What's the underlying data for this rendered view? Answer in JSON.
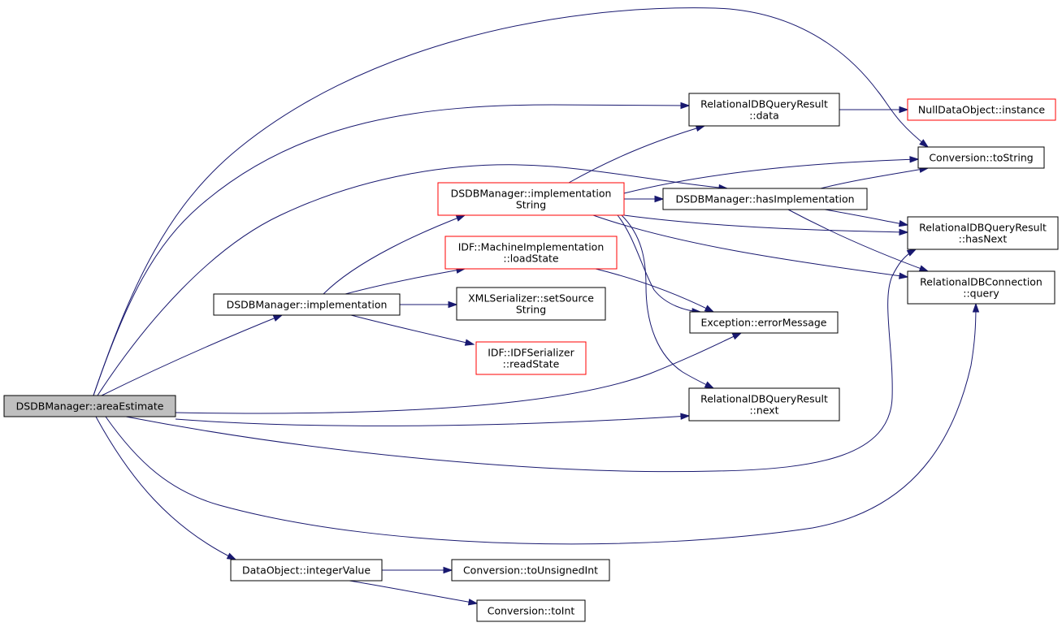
{
  "colors": {
    "edge": "#191970",
    "node_border_default": "#000000",
    "node_border_truncated": "#ff0000",
    "root_fill": "#bfbfbf",
    "node_fill": "#ffffff"
  },
  "nodes": [
    {
      "id": "root",
      "lines": [
        "DSDBManager::areaEstimate"
      ],
      "style": "root"
    },
    {
      "id": "impl",
      "lines": [
        "DSDBManager::implementation"
      ],
      "style": "normal"
    },
    {
      "id": "dataobj_int",
      "lines": [
        "DataObject::integerValue"
      ],
      "style": "normal"
    },
    {
      "id": "implstr",
      "lines": [
        "DSDBManager::implementation",
        "String"
      ],
      "style": "truncated"
    },
    {
      "id": "machimpl",
      "lines": [
        "IDF::MachineImplementation",
        "::loadState"
      ],
      "style": "truncated"
    },
    {
      "id": "xmlser",
      "lines": [
        "XMLSerializer::setSource",
        "String"
      ],
      "style": "normal"
    },
    {
      "id": "idfser",
      "lines": [
        "IDF::IDFSerializer",
        "::readState"
      ],
      "style": "truncated"
    },
    {
      "id": "qr_data",
      "lines": [
        "RelationalDBQueryResult",
        "::data"
      ],
      "style": "normal"
    },
    {
      "id": "hasimpl",
      "lines": [
        "DSDBManager::hasImplementation"
      ],
      "style": "normal"
    },
    {
      "id": "exc",
      "lines": [
        "Exception::errorMessage"
      ],
      "style": "normal"
    },
    {
      "id": "qr_next",
      "lines": [
        "RelationalDBQueryResult",
        "::next"
      ],
      "style": "normal"
    },
    {
      "id": "nulldata",
      "lines": [
        "NullDataObject::instance"
      ],
      "style": "truncated"
    },
    {
      "id": "tostring",
      "lines": [
        "Conversion::toString"
      ],
      "style": "normal"
    },
    {
      "id": "qr_hasnext",
      "lines": [
        "RelationalDBQueryResult",
        "::hasNext"
      ],
      "style": "normal"
    },
    {
      "id": "conn_query",
      "lines": [
        "RelationalDBConnection",
        "::query"
      ],
      "style": "normal"
    },
    {
      "id": "touint",
      "lines": [
        "Conversion::toUnsignedInt"
      ],
      "style": "normal"
    },
    {
      "id": "toint",
      "lines": [
        "Conversion::toInt"
      ],
      "style": "normal"
    }
  ],
  "edges": [
    {
      "from": "root",
      "to": "tostring"
    },
    {
      "from": "root",
      "to": "qr_data"
    },
    {
      "from": "root",
      "to": "hasimpl"
    },
    {
      "from": "root",
      "to": "impl"
    },
    {
      "from": "root",
      "to": "exc"
    },
    {
      "from": "root",
      "to": "qr_next"
    },
    {
      "from": "root",
      "to": "qr_hasnext"
    },
    {
      "from": "root",
      "to": "conn_query"
    },
    {
      "from": "root",
      "to": "dataobj_int"
    },
    {
      "from": "impl",
      "to": "implstr"
    },
    {
      "from": "impl",
      "to": "machimpl"
    },
    {
      "from": "impl",
      "to": "xmlser"
    },
    {
      "from": "impl",
      "to": "idfser"
    },
    {
      "from": "implstr",
      "to": "qr_data"
    },
    {
      "from": "implstr",
      "to": "hasimpl"
    },
    {
      "from": "implstr",
      "to": "tostring"
    },
    {
      "from": "implstr",
      "to": "qr_hasnext"
    },
    {
      "from": "implstr",
      "to": "conn_query"
    },
    {
      "from": "implstr",
      "to": "exc"
    },
    {
      "from": "implstr",
      "to": "qr_next"
    },
    {
      "from": "machimpl",
      "to": "exc"
    },
    {
      "from": "qr_data",
      "to": "nulldata"
    },
    {
      "from": "hasimpl",
      "to": "tostring"
    },
    {
      "from": "hasimpl",
      "to": "qr_hasnext"
    },
    {
      "from": "hasimpl",
      "to": "conn_query"
    },
    {
      "from": "dataobj_int",
      "to": "touint"
    },
    {
      "from": "dataobj_int",
      "to": "toint"
    }
  ]
}
